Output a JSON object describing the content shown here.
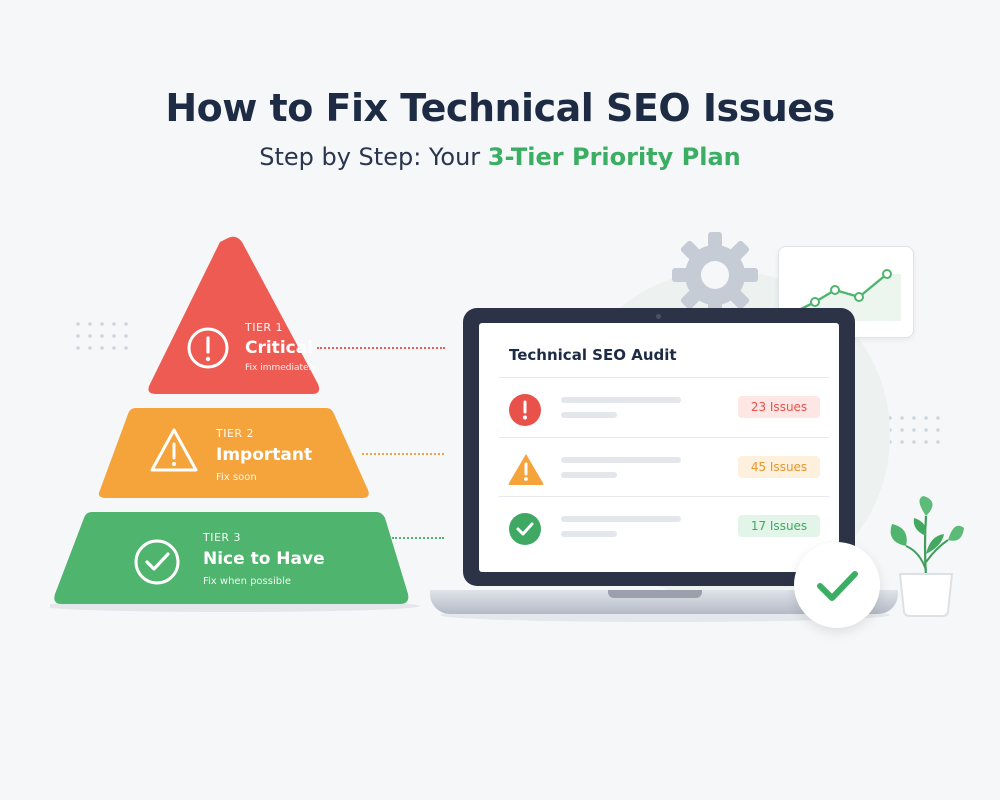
{
  "heading": {
    "title": "How to Fix Technical SEO Issues",
    "subtitle_prefix": "Step by Step: Your ",
    "subtitle_accent": "3-Tier Priority Plan"
  },
  "colors": {
    "red": "#ee5b52",
    "orange": "#f5a33b",
    "green": "#4fb46d",
    "navy": "#1d2b45",
    "accent_green": "#3cae64"
  },
  "pyramid": {
    "tiers": [
      {
        "kicker": "TIER 1",
        "name": "Critical",
        "note": "Fix immediately",
        "icon": "alert-circle-icon",
        "color": "#ee5b52"
      },
      {
        "kicker": "TIER 2",
        "name": "Important",
        "note": "Fix soon",
        "icon": "warning-triangle-icon",
        "color": "#f5a33b"
      },
      {
        "kicker": "TIER 3",
        "name": "Nice to Have",
        "note": "Fix when possible",
        "icon": "check-circle-icon",
        "color": "#4fb46d"
      }
    ]
  },
  "audit": {
    "title": "Technical SEO Audit",
    "rows": [
      {
        "icon": "alert-circle-icon",
        "badge": "23 Issues",
        "color": "#e8524b",
        "badge_bg": "#fde6e4"
      },
      {
        "icon": "warning-triangle-icon",
        "badge": "45 Issues",
        "color": "#e8962d",
        "badge_bg": "#fdf0dc"
      },
      {
        "icon": "check-circle-icon",
        "badge": "17 Issues",
        "color": "#3fa862",
        "badge_bg": "#e3f4e8"
      }
    ]
  },
  "decor": {
    "gear_icon": "gear-icon",
    "chart_icon": "trend-line-chart-icon",
    "plant_icon": "potted-plant-icon",
    "check_icon": "checkmark-icon"
  }
}
